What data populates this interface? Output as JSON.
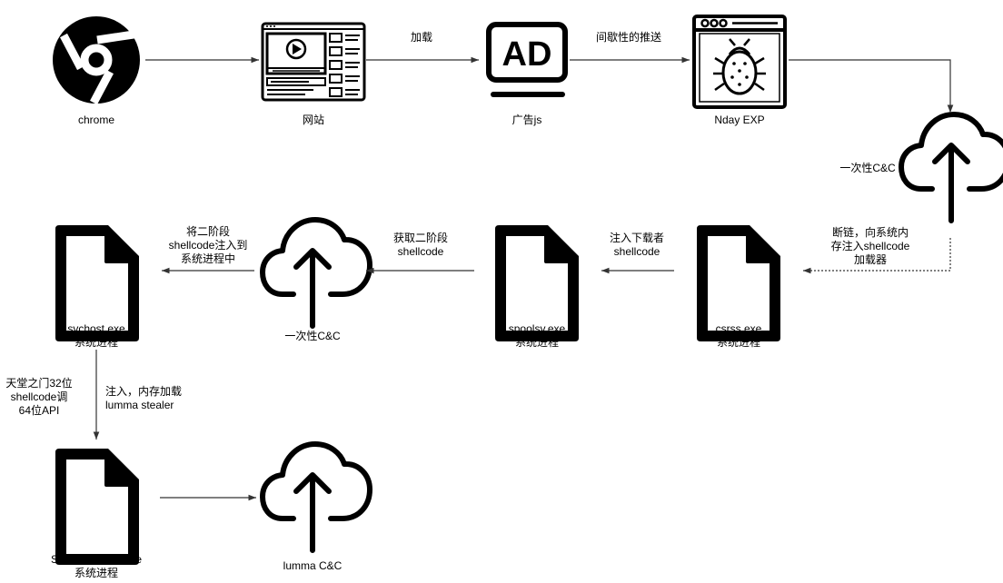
{
  "colors": {
    "stroke": "#000000",
    "text": "#000000",
    "background": "#ffffff",
    "edge": "#333333"
  },
  "nodes": {
    "chrome": {
      "icon": "chrome-icon",
      "label": "chrome"
    },
    "website": {
      "icon": "website-icon",
      "label": "网站"
    },
    "ad": {
      "icon": "ad-icon",
      "label": "广告js"
    },
    "nday": {
      "icon": "bug-window-icon",
      "label": "Nday EXP"
    },
    "cloud1": {
      "icon": "cloud-upload-icon",
      "label": "一次性C&C"
    },
    "csrss": {
      "icon": "file-icon",
      "label": "csrss.exe\n系统进程"
    },
    "spoolsv": {
      "icon": "file-icon",
      "label": "spoolsv.exe\n系统进程"
    },
    "cloud2": {
      "icon": "cloud-upload-icon",
      "label": "一次性C&C"
    },
    "svchost": {
      "icon": "file-icon",
      "label": "svchost.exe\n系统进程"
    },
    "searchindexer": {
      "icon": "file-icon",
      "label": "SearchIndexer.exe\n系统进程"
    },
    "lumma": {
      "icon": "cloud-upload-icon",
      "label": "lumma C&C"
    }
  },
  "edges": {
    "load": "加载",
    "push": "间歇性的推送",
    "break_chain": "断链，向系统内\n存注入shellcode\n加载器",
    "inject_downloader": "注入下载者\nshellcode",
    "fetch_stage2": "获取二阶段\nshellcode",
    "inject_stage2": "将二阶段\nshellcode注入到\n系统进程中",
    "heavens_gate": "天堂之门32位\nshellcode调\n64位API",
    "inject_lumma": "注入，内存加载\nlumma stealer"
  }
}
